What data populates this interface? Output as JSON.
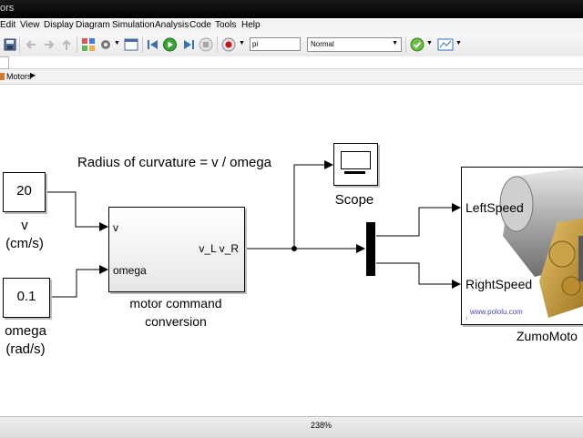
{
  "window": {
    "title": "ors"
  },
  "menu": [
    "Edit",
    "View",
    "Display",
    "Diagram",
    "Simulation",
    "Analysis",
    "Code",
    "Tools",
    "Help"
  ],
  "toolbar": {
    "stop_time": "pi",
    "sim_mode": "Normal"
  },
  "breadcrumb": {
    "model": "Motors"
  },
  "diagram": {
    "annotation": "Radius of curvature = v / omega",
    "const_v": {
      "value": "20",
      "label_line1": "v",
      "label_line2": "(cm/s)"
    },
    "const_omega": {
      "value": "0.1",
      "label_line1": "omega",
      "label_line2": "(rad/s)"
    },
    "subsystem": {
      "in1": "v",
      "in2": "omega",
      "out": "v_L v_R",
      "label_line1": "motor command",
      "label_line2": "conversion"
    },
    "scope": {
      "label": "Scope"
    },
    "zumo": {
      "in1": "LeftSpeed",
      "in2": "RightSpeed",
      "url": "www.pololu.com",
      "label": "ZumoMoto"
    }
  },
  "status": {
    "zoom": "238%"
  }
}
